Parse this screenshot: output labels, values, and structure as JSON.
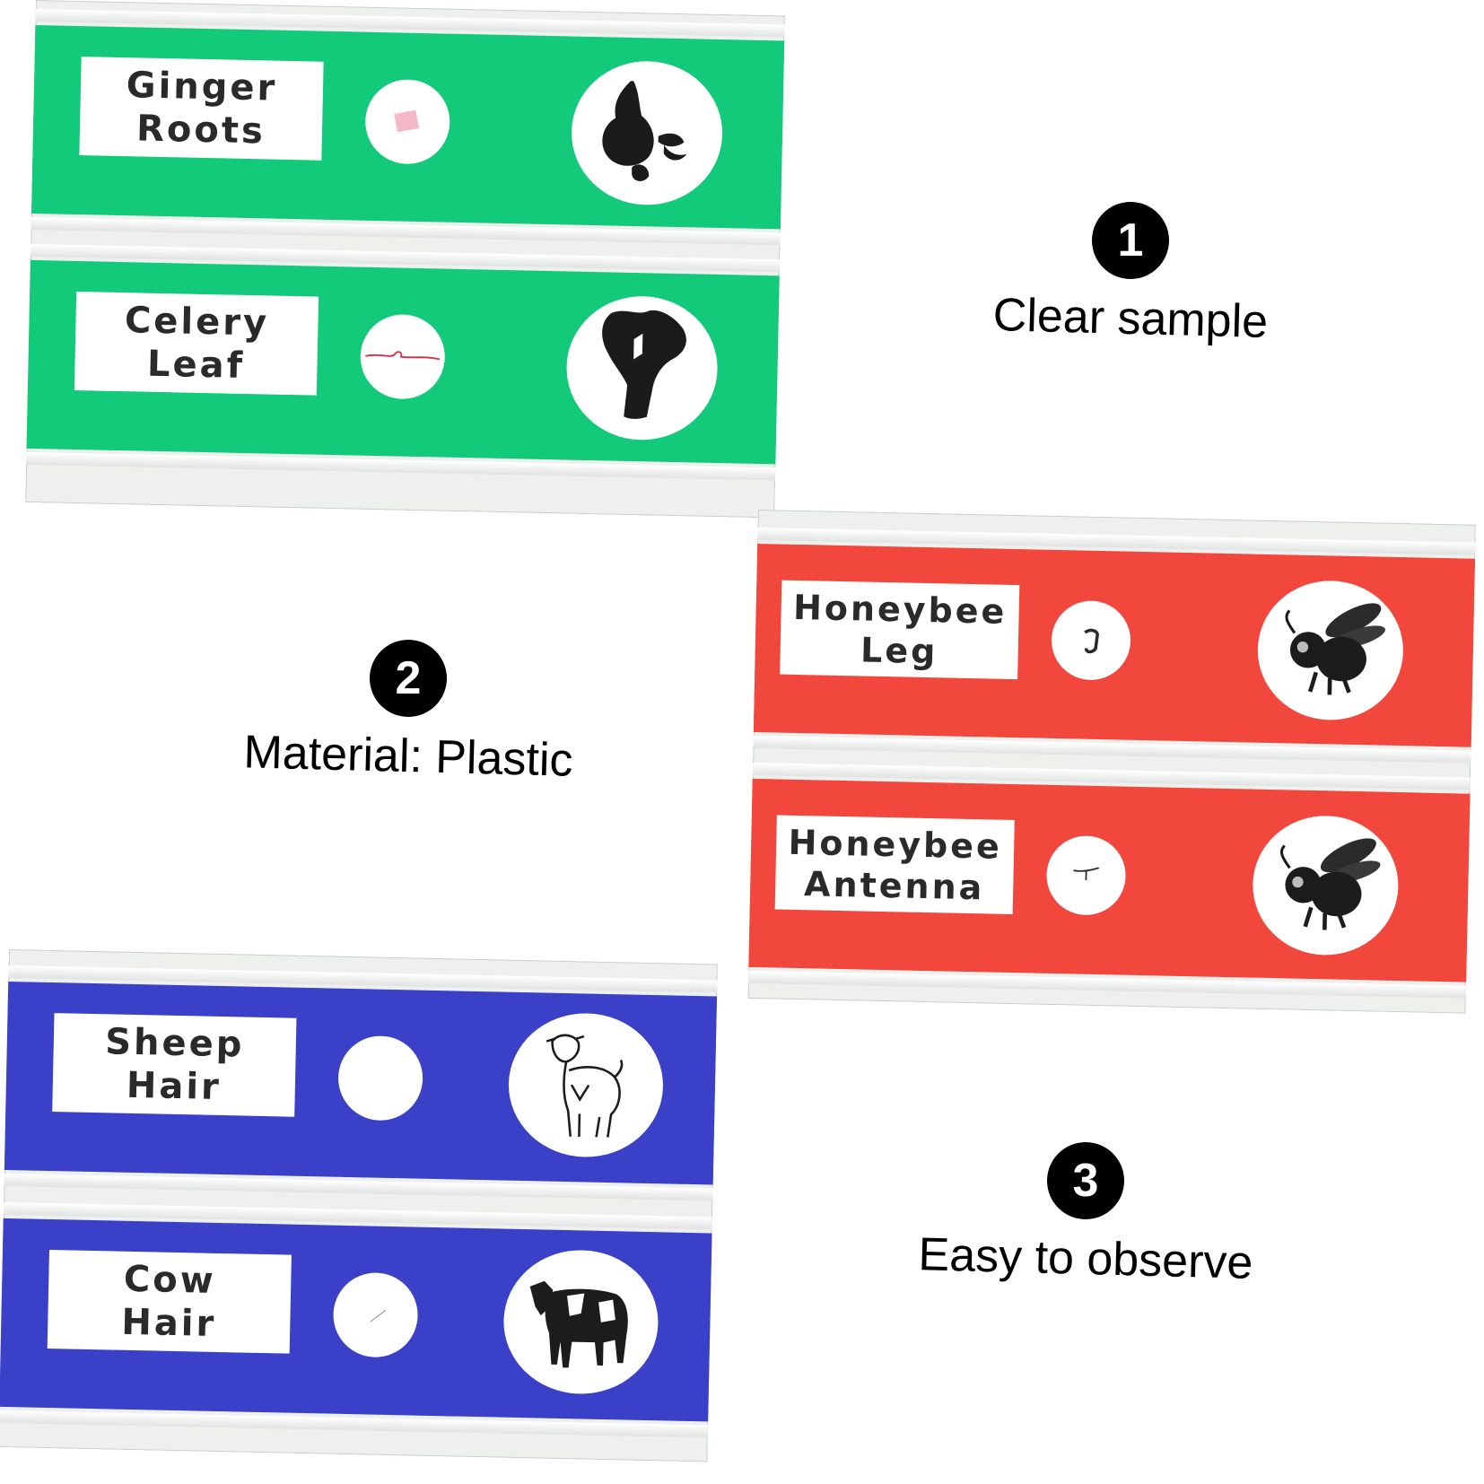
{
  "colors": {
    "green": "#13c97a",
    "red": "#f2473d",
    "blue": "#3a40c8",
    "badge": "#000000"
  },
  "groups": [
    {
      "color": "green",
      "slides": [
        {
          "label_line1": "Ginger",
          "label_line2": "Roots",
          "icon": "ginger-icon"
        },
        {
          "label_line1": "Celery",
          "label_line2": "Leaf",
          "icon": "celery-icon"
        }
      ]
    },
    {
      "color": "red",
      "slides": [
        {
          "label_line1": "Honeybee",
          "label_line2": "Leg",
          "icon": "honeybee-icon"
        },
        {
          "label_line1": "Honeybee",
          "label_line2": "Antenna",
          "icon": "honeybee-icon"
        }
      ]
    },
    {
      "color": "blue",
      "slides": [
        {
          "label_line1": "Sheep",
          "label_line2": "Hair",
          "icon": "sheep-icon"
        },
        {
          "label_line1": "Cow",
          "label_line2": "Hair",
          "icon": "cow-icon"
        }
      ]
    }
  ],
  "features": [
    {
      "number": "1",
      "text": "Clear sample"
    },
    {
      "number": "2",
      "text": "Material: Plastic"
    },
    {
      "number": "3",
      "text": "Easy to observe"
    }
  ]
}
